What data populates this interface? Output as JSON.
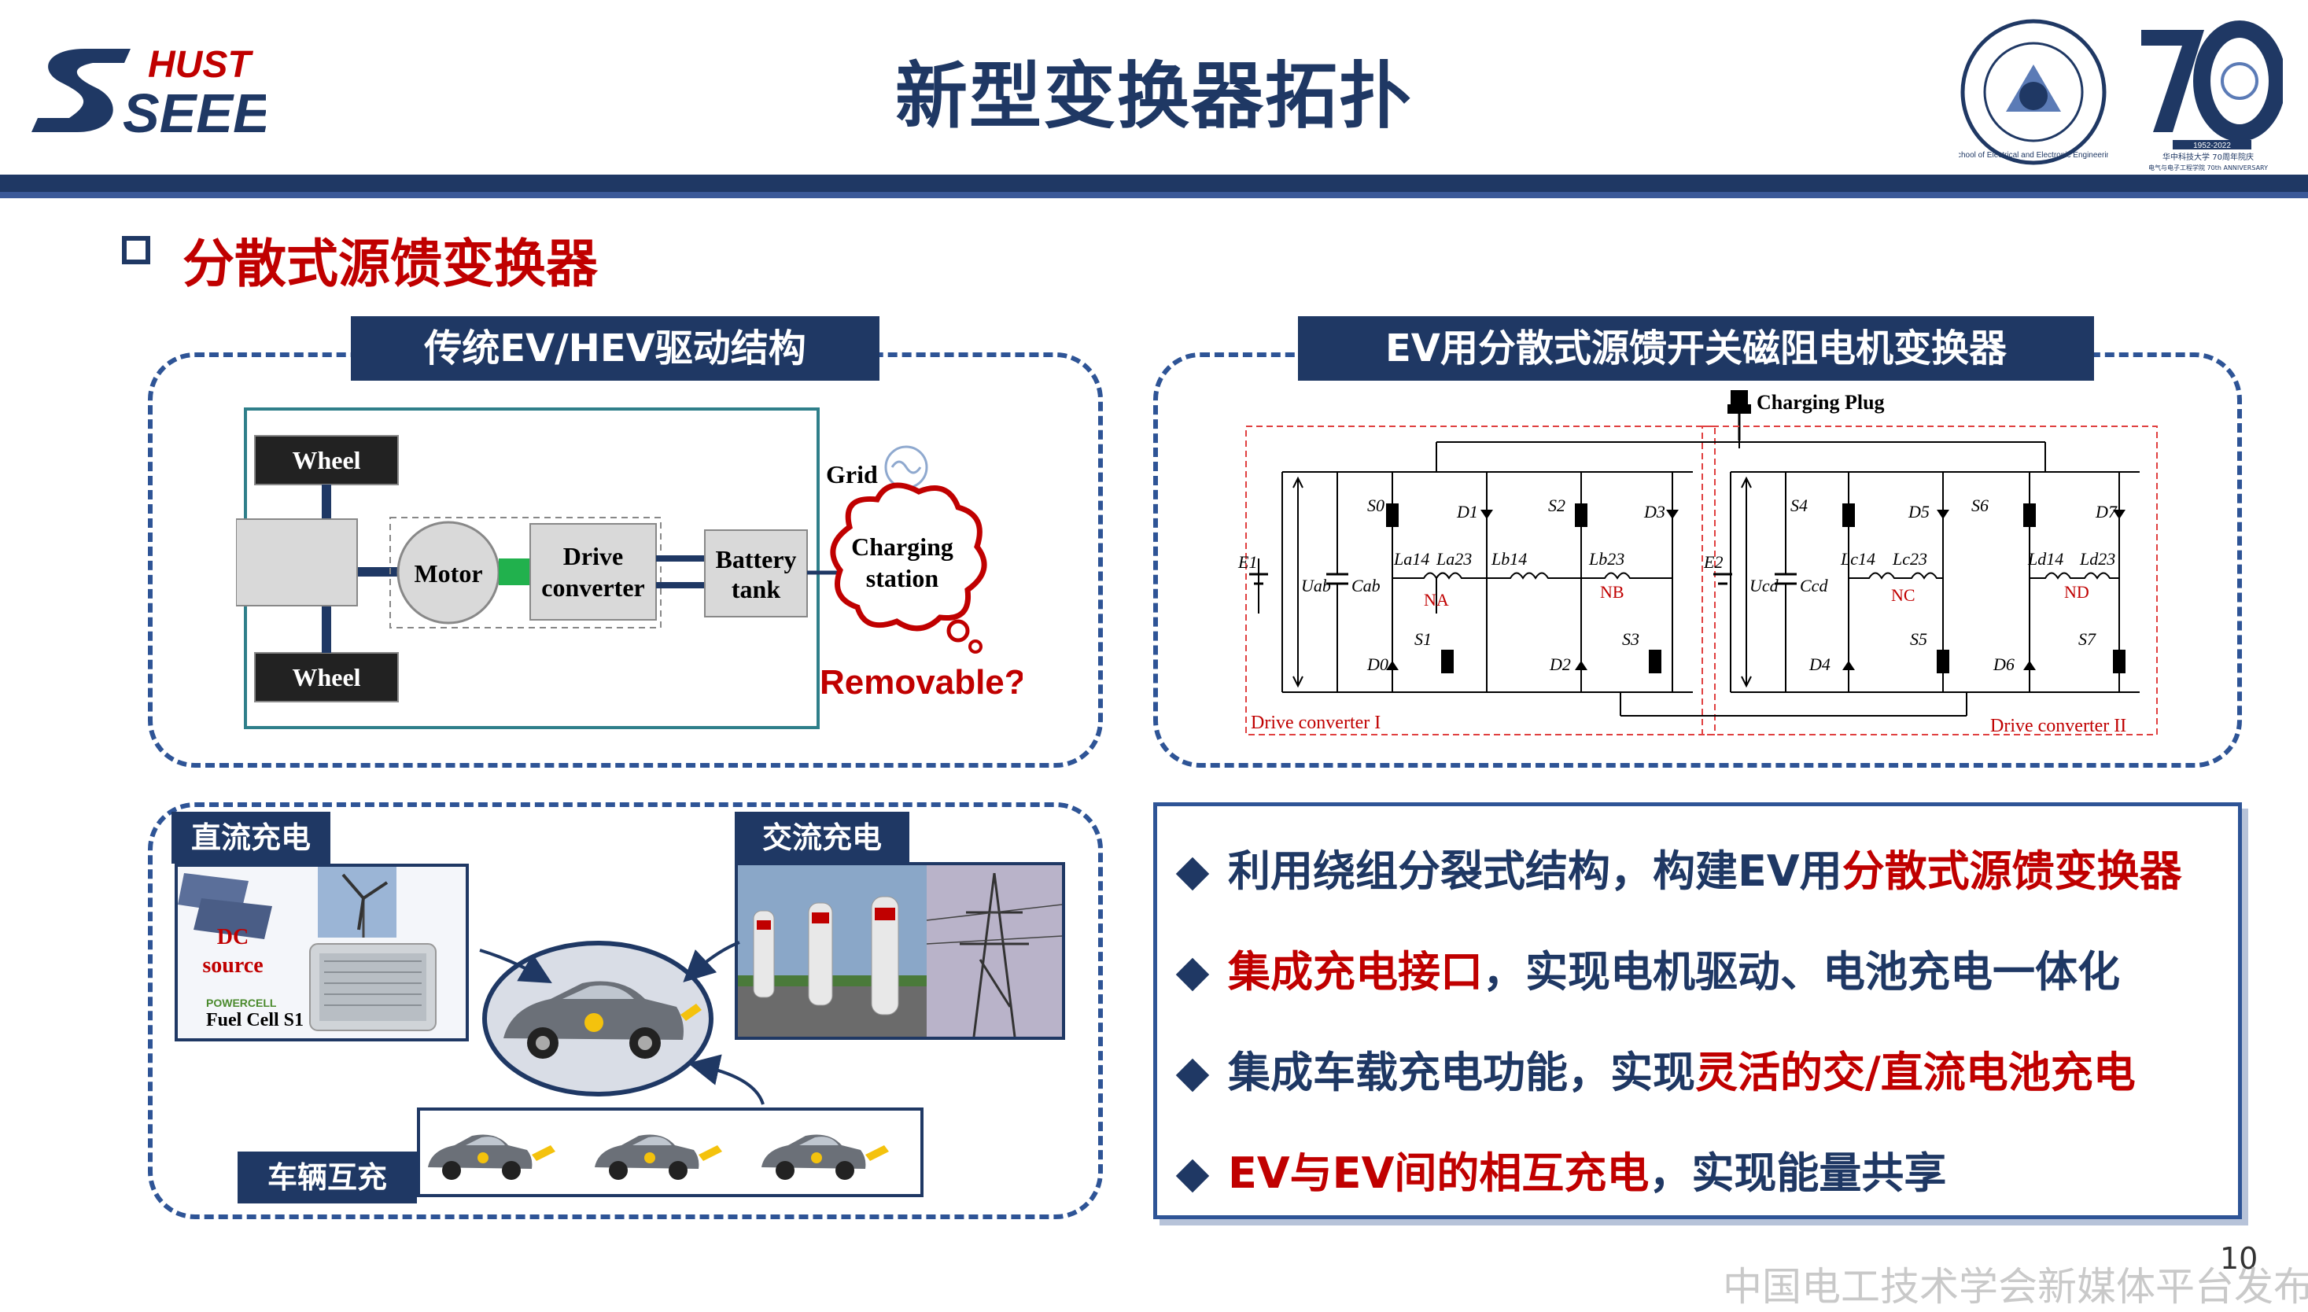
{
  "header": {
    "logo_text_top": "HUST",
    "logo_text_bottom": "SEEE",
    "title": "新型变换器拓扑",
    "seal_text": "School of Electrical and Electronic Engineering",
    "anniversary_years": "1952-2022",
    "anniversary_caption": "华中科技大学 70周年院庆",
    "anniversary_sub": "电气与电子工程学院 70th ANNIVERSARY"
  },
  "section": {
    "title": "分散式源馈变换器"
  },
  "panel_left": {
    "tab": "传统EV/HEV驱动结构",
    "wheel_top": "Wheel",
    "wheel_bottom": "Wheel",
    "motor": "Motor",
    "drive_l1": "Drive",
    "drive_l2": "converter",
    "battery_l1": "Battery",
    "battery_l2": "tank",
    "grid": "Grid",
    "charging_l1": "Charging",
    "charging_l2": "station",
    "removable": "Removable?"
  },
  "panel_right": {
    "tab": "EV用分散式源馈开关磁阻电机变换器",
    "plug": "Charging Plug",
    "e1": "E1",
    "uab": "Uab",
    "cab": "Cab",
    "e2": "E2",
    "ucd": "Ucd",
    "ccd": "Ccd",
    "s0": "S0",
    "s1": "S1",
    "s2": "S2",
    "s3": "S3",
    "s4": "S4",
    "s5": "S5",
    "s6": "S6",
    "s7": "S7",
    "d0": "D0",
    "d1": "D1",
    "d2": "D2",
    "d3": "D3",
    "d4": "D4",
    "d5": "D5",
    "d6": "D6",
    "d7": "D7",
    "la14": "La14",
    "la23": "La23",
    "lb14": "Lb14",
    "lb23": "Lb23",
    "lc14": "Lc14",
    "lc23": "Lc23",
    "ld14": "Ld14",
    "ld23": "Ld23",
    "na": "NA",
    "nb": "NB",
    "nc": "NC",
    "nd": "ND",
    "dc1": "Drive converter I",
    "dc2": "Drive converter II"
  },
  "panel_bl": {
    "dc_label": "直流充电",
    "ac_label": "交流充电",
    "v2v_label": "车辆互充",
    "dc_source_l1": "DC",
    "dc_source_l2": "source",
    "powercell": "POWERCELL",
    "fuelcell": "Fuel Cell S1"
  },
  "bullets": [
    {
      "a": "利用绕组分裂式结构，构建EV用",
      "b": "分散式源馈变换器",
      "c": ""
    },
    {
      "a": "",
      "b": "集成充电接口",
      "c": "，实现电机驱动、电池充电一体化"
    },
    {
      "a": "集成车载充电功能，实现",
      "b": "灵活的交/直流电池充电",
      "c": ""
    },
    {
      "a": "",
      "b": "EV与EV间的相互充电",
      "c": "，实现能量共享"
    }
  ],
  "page_number": "10",
  "watermark": "中国电工技术学会新媒体平台发布",
  "colors": {
    "navy": "#1f3864",
    "red": "#c00000",
    "dashed": "#2e5496"
  }
}
